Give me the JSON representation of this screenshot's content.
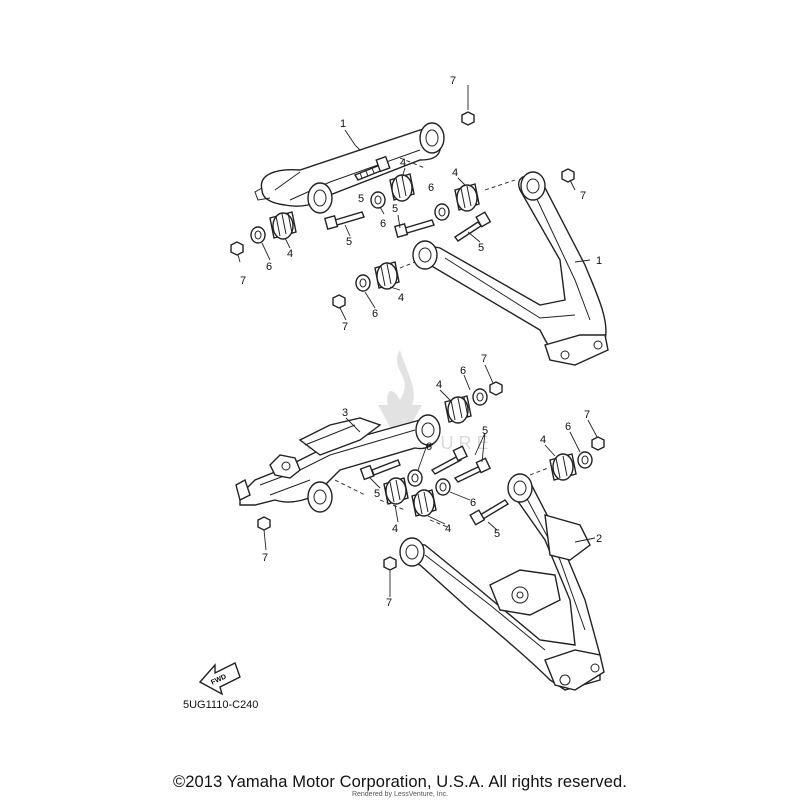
{
  "diagram": {
    "callouts": [
      "1",
      "1",
      "2",
      "3",
      "4",
      "5",
      "6",
      "7"
    ],
    "fwd_label": "FWD",
    "diagram_code": "5UG1110-C240",
    "copyright": "©2013 Yamaha Motor Corporation, U.S.A. All rights reserved.",
    "rendered_by": "Rendered by LessVenture, Inc.",
    "watermark_text": "LESSVENTURE"
  }
}
